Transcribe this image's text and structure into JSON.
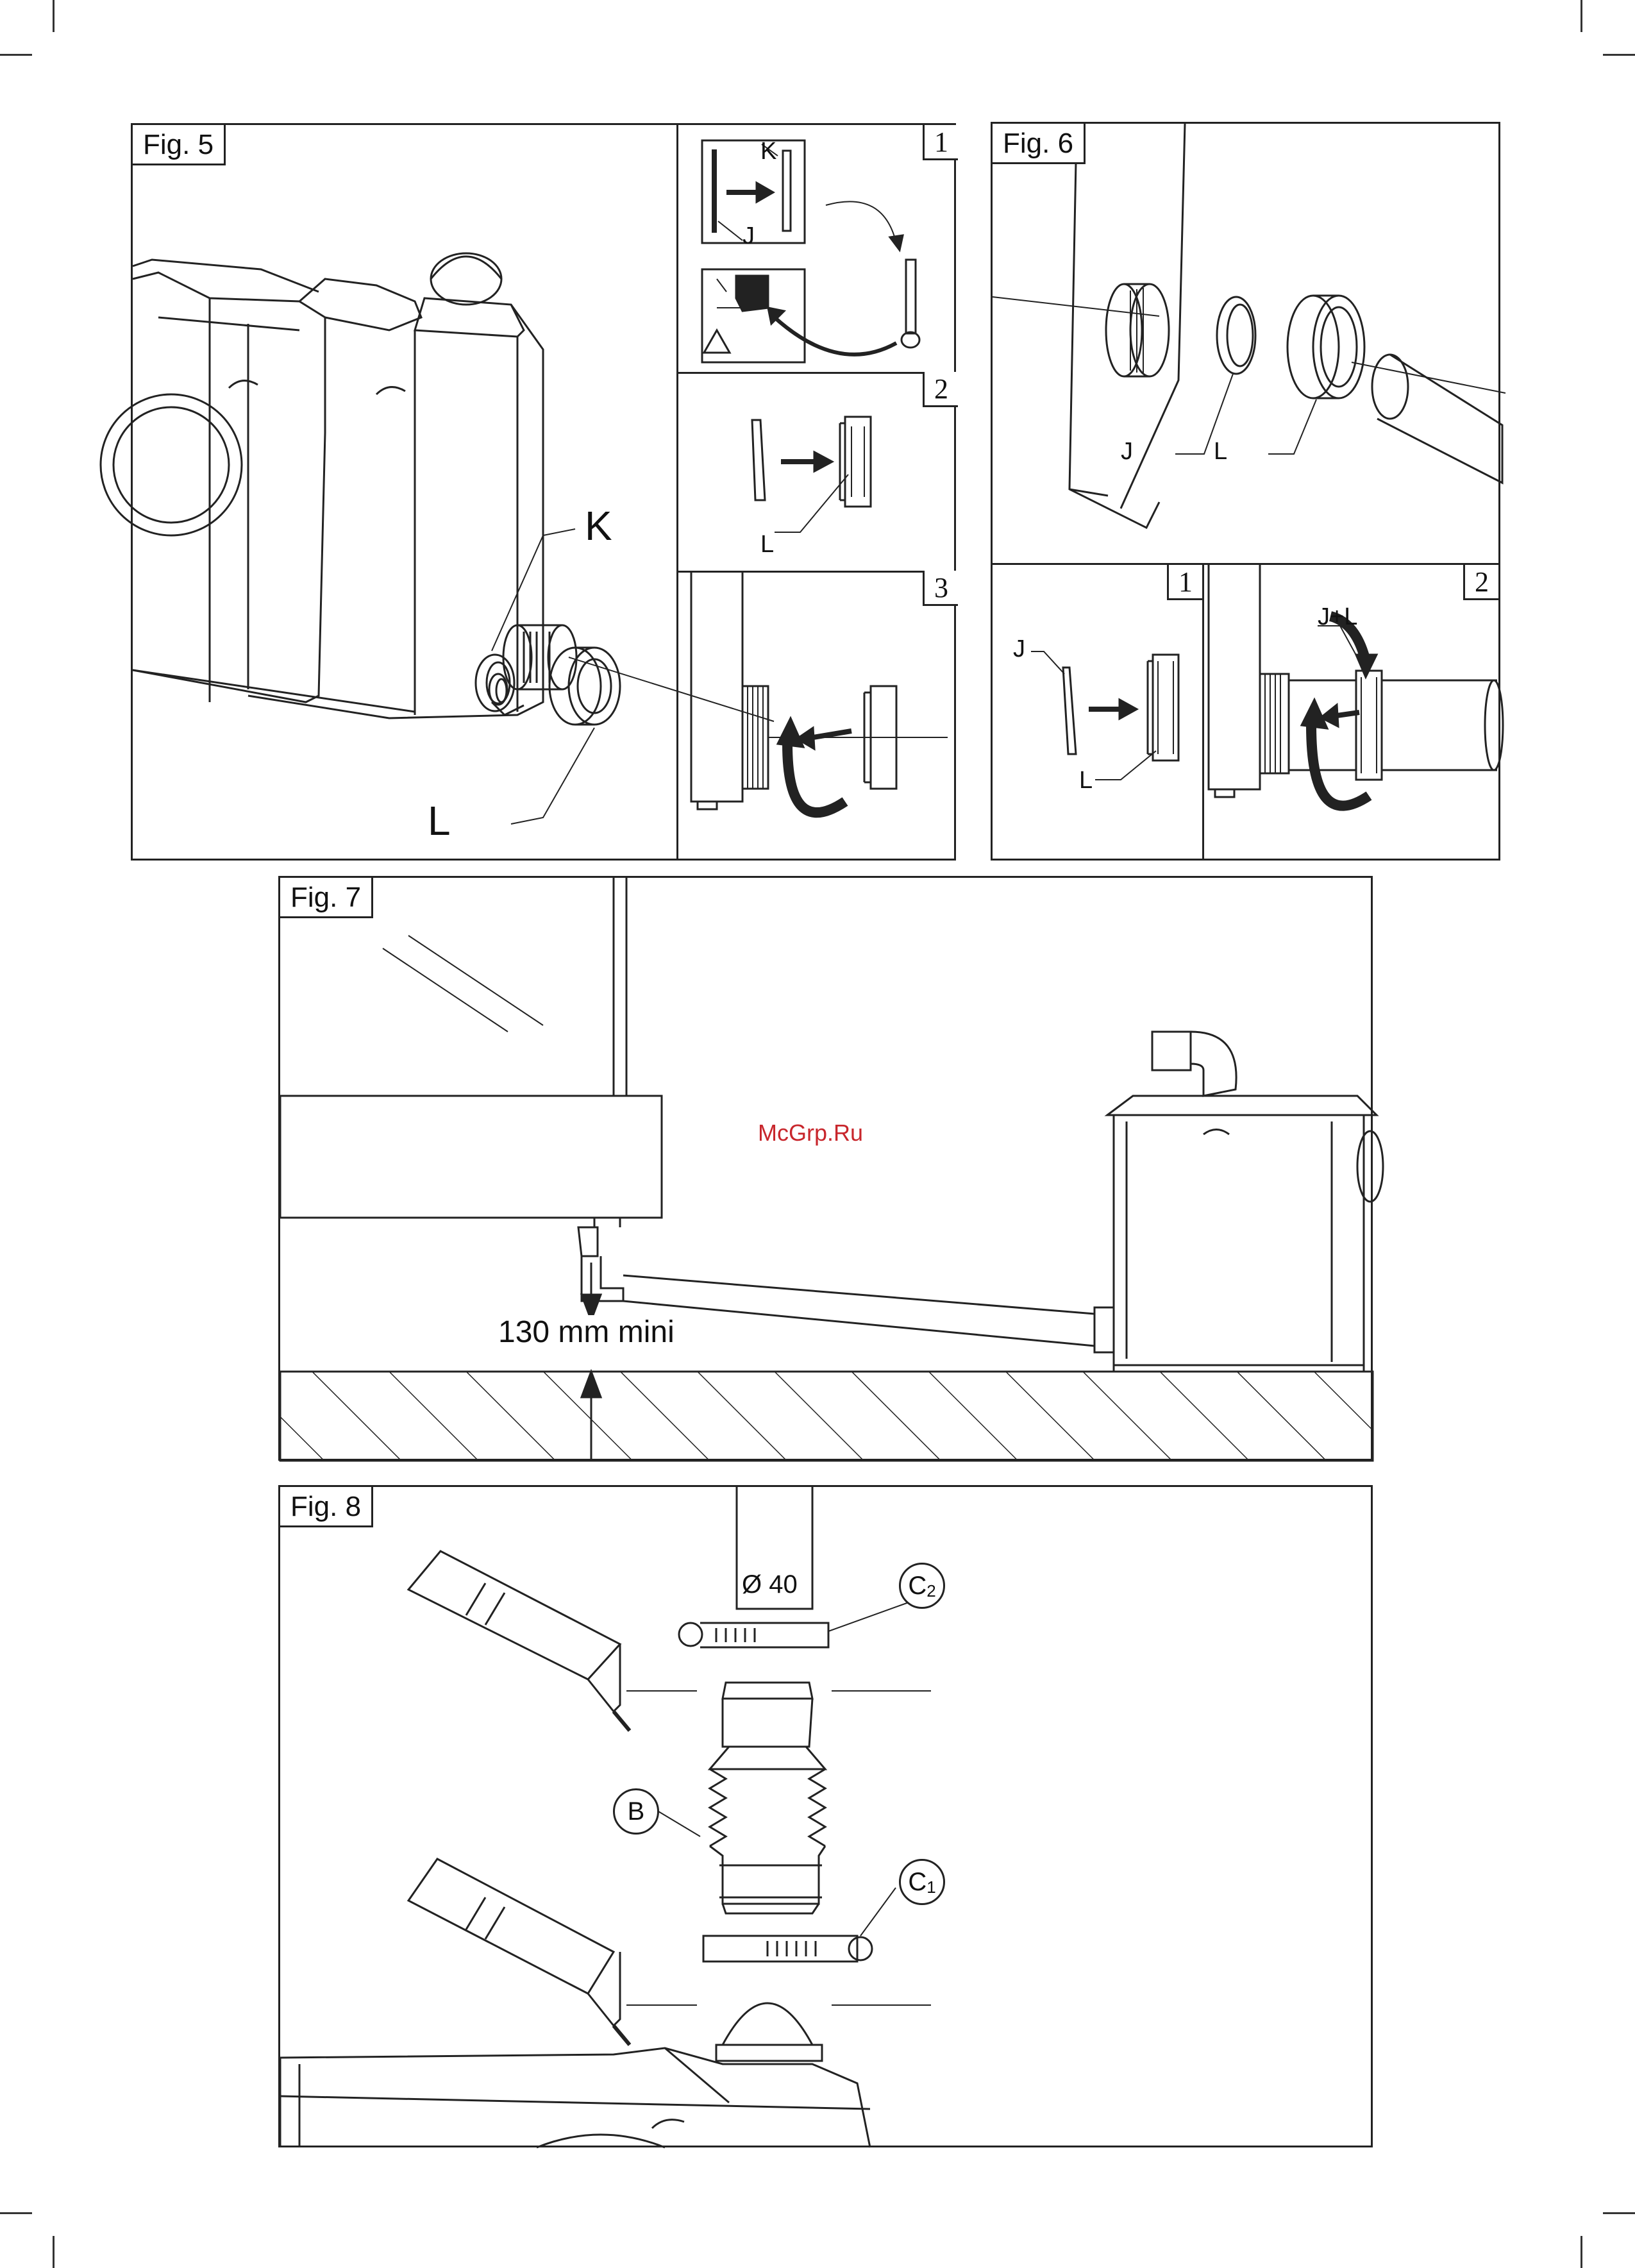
{
  "watermark": "McGrp.Ru",
  "fig5": {
    "title": "Fig. 5",
    "labels": {
      "K": "K",
      "L": "L"
    },
    "steps": [
      {
        "num": "1",
        "labels": {
          "K": "K",
          "J": "J"
        }
      },
      {
        "num": "2",
        "labels": {
          "L": "L"
        }
      },
      {
        "num": "3"
      }
    ]
  },
  "fig6": {
    "title": "Fig. 6",
    "labels": {
      "J": "J",
      "L": "L"
    },
    "steps": [
      {
        "num": "1",
        "labels": {
          "J": "J",
          "L": "L"
        }
      },
      {
        "num": "2",
        "labels": {
          "JL": "J+L"
        }
      }
    ]
  },
  "fig7": {
    "title": "Fig. 7",
    "dimension": "130 mm mini"
  },
  "fig8": {
    "title": "Fig. 8",
    "diameter": "Ø 40",
    "callouts": {
      "c2_letter": "C",
      "c2_sub": "2",
      "b": "B",
      "c1_letter": "C",
      "c1_sub": "1"
    }
  },
  "icons": [
    "arrow-icon",
    "rotation-arrow-icon",
    "warning-triangle-icon"
  ],
  "colors": {
    "line": "#222222",
    "watermark": "#c8262c",
    "background": "#ffffff"
  }
}
